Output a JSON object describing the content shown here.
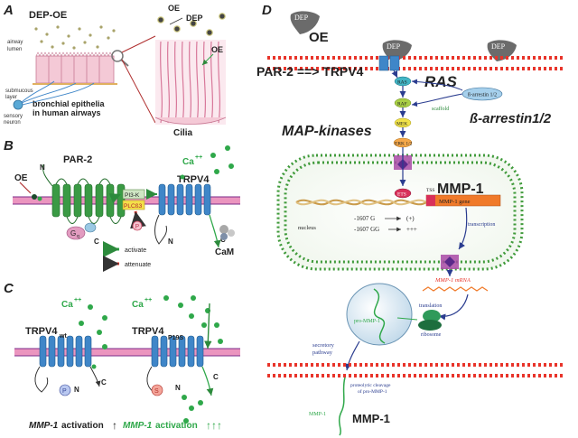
{
  "panels": {
    "A": {
      "label": "A",
      "title": "DEP-OE",
      "airway_lumen": [
        "airway",
        "lumen"
      ],
      "submucous": [
        "submucous",
        "layer"
      ],
      "sensory": [
        "sensory",
        "neuron"
      ],
      "epithelia": [
        "bronchial epithelia",
        "in human airways"
      ],
      "oe1": "OE",
      "dep": "DEP",
      "oe2": "OE",
      "cilia": "Cilia"
    },
    "B": {
      "label": "B",
      "oe": "OE",
      "par2": "PAR-2",
      "n": "N",
      "ca": "Ca",
      "ca_sup": "++",
      "trpv4": "TRPV4",
      "pi3k": "PI3-K",
      "plcb3": "PLCß3",
      "p": "P",
      "g": "G",
      "g_sub": "q",
      "c": "C",
      "n2": "N",
      "c2": "C",
      "cam": "CaM",
      "activate": "activate",
      "attenuate": "attenuate"
    },
    "C": {
      "label": "C",
      "ca_left": "Ca",
      "ca_right": "Ca",
      "ca_sup": "++",
      "trpv4": "TRPV4",
      "wt": "wt",
      "p19s": "P19S",
      "n": "N",
      "c": "C",
      "p": "P",
      "s": "S",
      "act_left": "MMP-1",
      "act_left_rest": " activation",
      "arrow_left": "↑",
      "act_right": "MMP-1",
      "act_right_rest": " activation",
      "arrow_right": "↑↑↑"
    },
    "D": {
      "label": "D",
      "dep": "DEP",
      "oe": "OE",
      "par2_trpv4": "PAR-2 ==> TRPV4",
      "ras_small": "RAS",
      "ras": "RAS",
      "raf": "RAF",
      "mek": "MEK",
      "erk": "ERK 1/2",
      "barr_small": "ß-arrestin 1/2",
      "scaffold": "scaffold",
      "barr": "ß-arrestin1/2",
      "mapk": "MAP-kinases",
      "ets": "ETS",
      "tss": "TSS",
      "mmp1_big": "MMP-1",
      "mmp1_gene": "MMP-1 gene",
      "nucleus": "nucleus",
      "g1607": "-1607 G",
      "gg1607": "-1607 GG",
      "plus1": "(+)",
      "plus3": "+++",
      "transcription": "transcription",
      "mrna": "MMP-1 mRNA",
      "translation": "translation",
      "ribosome": "ribosome",
      "pro": "pro-MMP-1",
      "secretory": [
        "secretory",
        "pathway"
      ],
      "cleavage": [
        "proteolytic cleavage",
        "of pro-MMP-1"
      ],
      "mmp1_small": "MMP-1",
      "mmp1_final": "MMP-1"
    }
  },
  "colors": {
    "membrane_red": "#e8342a",
    "membrane_pink": "#e98ab8",
    "helix_green": "#3a9a44",
    "helix_blue": "#3f86c8",
    "ca_green": "#2fa84a",
    "dep_gray": "#6b6b6b"
  }
}
